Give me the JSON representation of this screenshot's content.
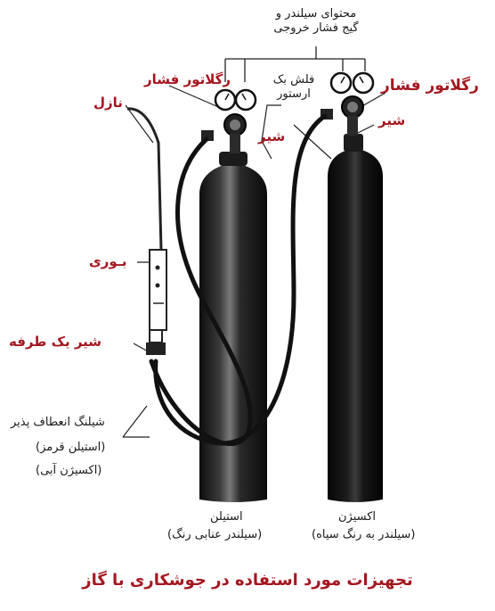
{
  "labels": {
    "contents_gauge": "محتوای سیلندر و\nگیج فشار خروجی",
    "regulator_left": "رگلاتور فشار",
    "flashback_arrestor": "فلش بک\nارستور",
    "regulator_right": "رگلاتور فشار",
    "nozzle": "نازل",
    "valve_left": "شیر",
    "valve_right": "شیر",
    "torch": "بـوری",
    "check_valve": "شیر یک طرفه",
    "hose": "شیلنگ انعطاف پذیر",
    "hose_red": "(استیلن قرمز)",
    "hose_blue": "(اکسیژن آبی)",
    "acetylene": "استیلن",
    "acetylene_note": "(سیلندر عنابی رنگ)",
    "oxygen": "اکسیژن",
    "oxygen_note": "(سیلندر به رنگ سیاه)"
  },
  "caption": "تجهیزات مورد استفاده در جوشکاری با گاز",
  "colors": {
    "label_red": "#a4171f",
    "label_black": "#1a1a1a",
    "cylinder": "#111111"
  }
}
